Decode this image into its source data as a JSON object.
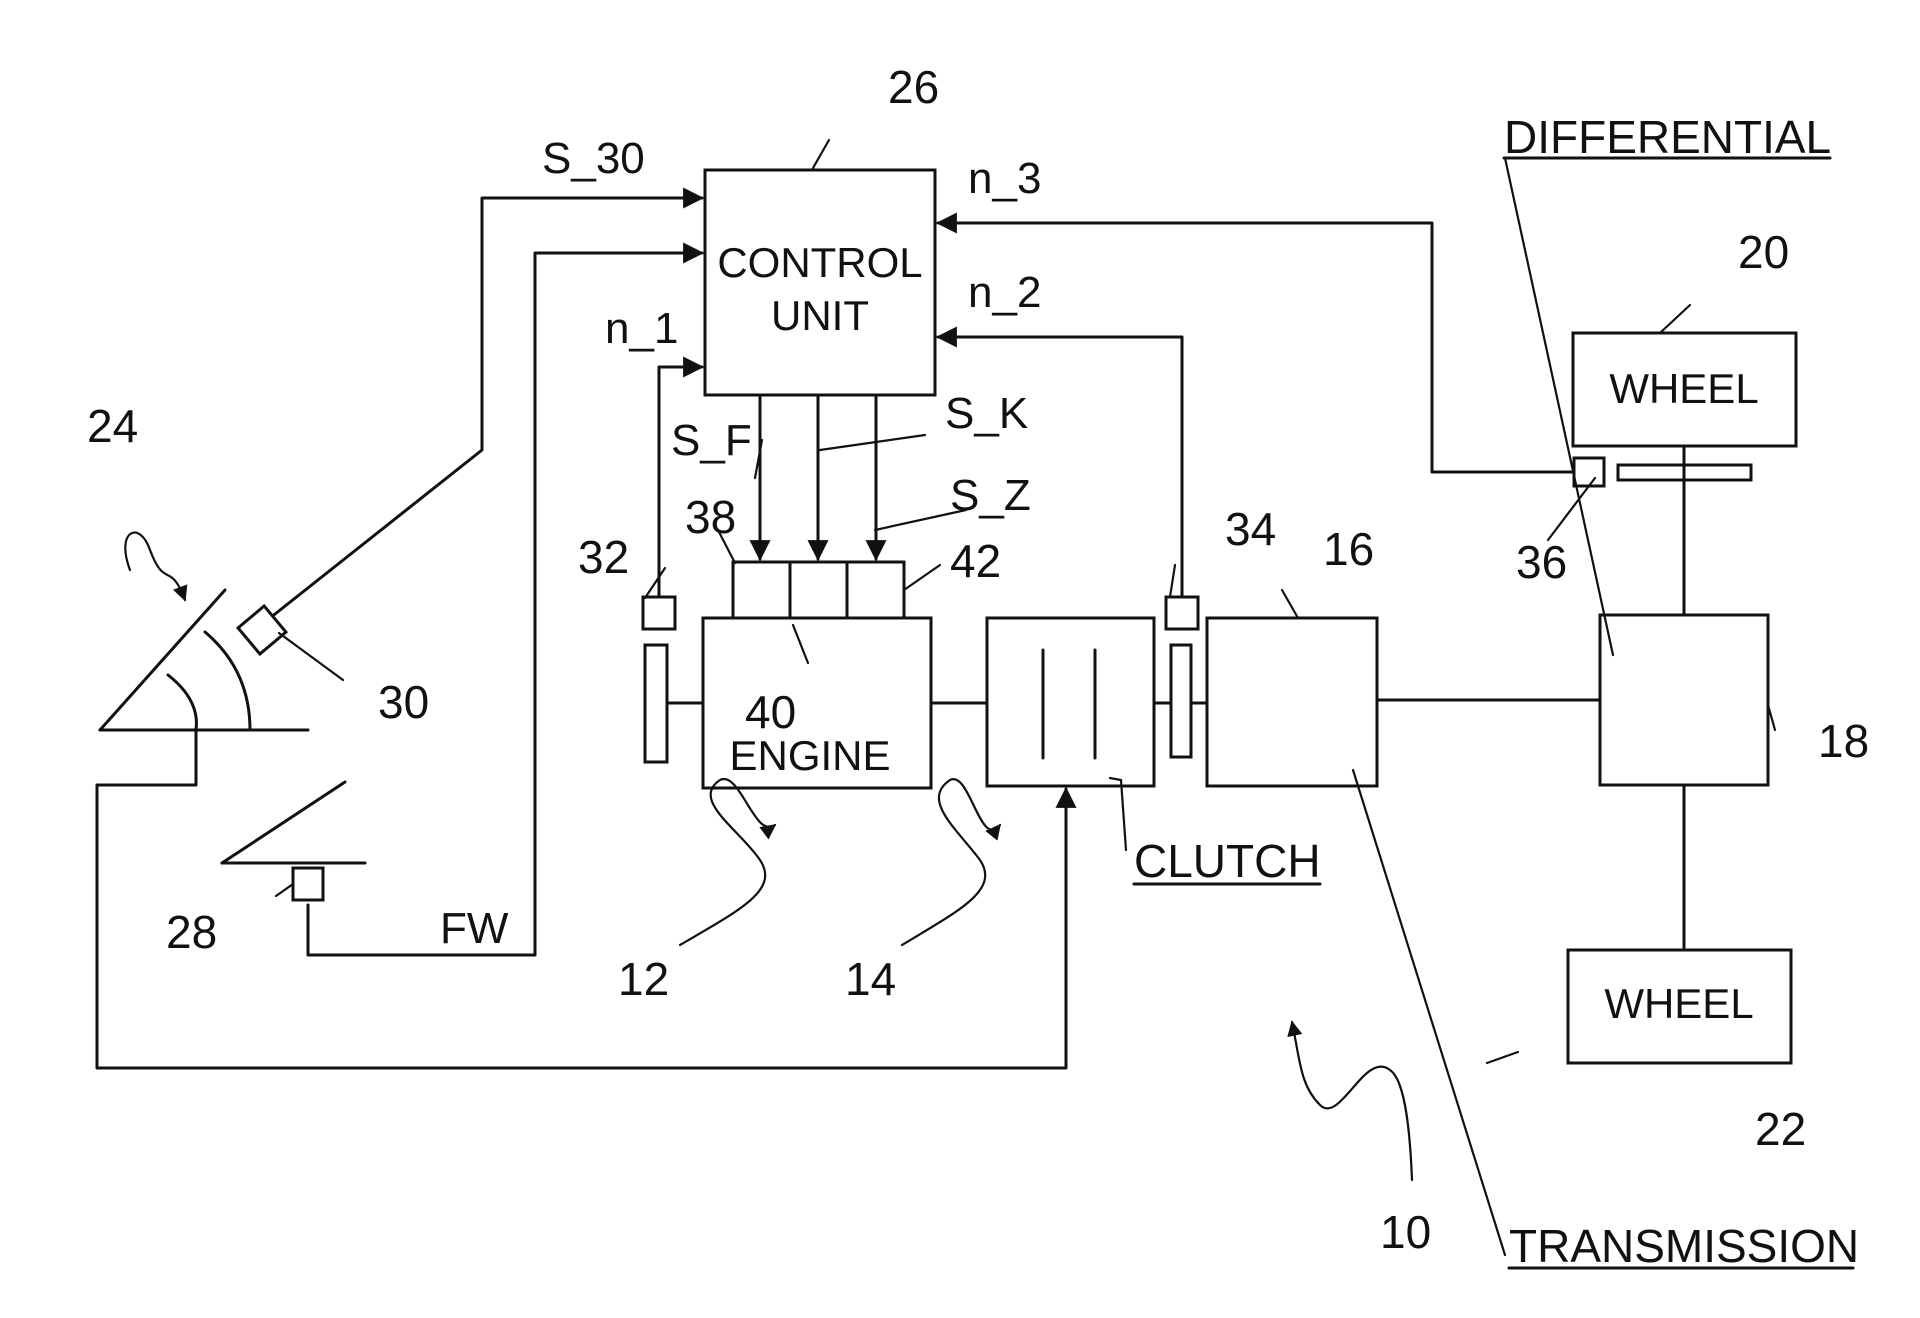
{
  "blocks": {
    "control_unit": {
      "line1": "CONTROL",
      "line2": "UNIT"
    },
    "engine": "ENGINE",
    "wheel_top": "WHEEL",
    "wheel_bottom": "WHEEL"
  },
  "labels": {
    "differential": "DIFFERENTIAL",
    "clutch": "CLUTCH",
    "transmission": "TRANSMISSION"
  },
  "signals": {
    "s30": "S_30",
    "n1": "n_1",
    "n2": "n_2",
    "n3": "n_3",
    "sf": "S_F",
    "sk": "S_K",
    "sz": "S_Z",
    "fw": "FW"
  },
  "refs": {
    "r10": "10",
    "r12": "12",
    "r14": "14",
    "r16": "16",
    "r18": "18",
    "r20": "20",
    "r22": "22",
    "r24": "24",
    "r26": "26",
    "r28": "28",
    "r30": "30",
    "r32": "32",
    "r34": "34",
    "r36": "36",
    "r38": "38",
    "r40": "40",
    "r42": "42"
  },
  "colors": {
    "ink": "#111111",
    "paper": "#ffffff"
  }
}
